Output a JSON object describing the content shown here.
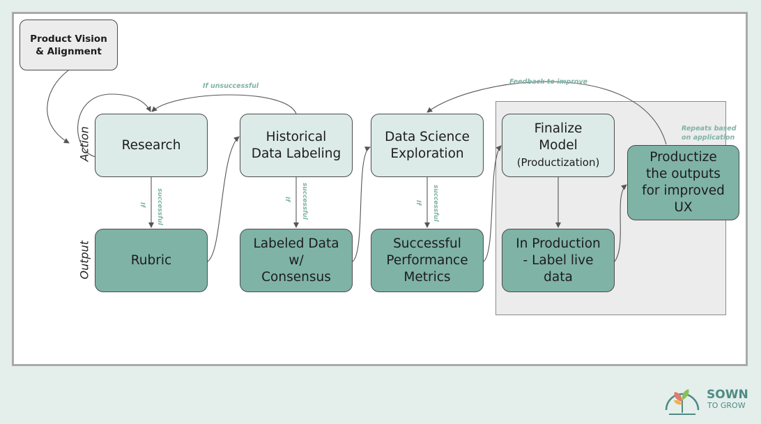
{
  "diagram": {
    "start": "Product Vision\n& Alignment",
    "row_labels": {
      "action": "Action",
      "output": "Output"
    },
    "actions": [
      {
        "label": "Research"
      },
      {
        "label": "Historical\nData Labeling"
      },
      {
        "label": "Data Science\nExploration"
      },
      {
        "label": "Finalize\nModel",
        "sub": "(Productization)"
      }
    ],
    "outputs": [
      {
        "label": "Rubric"
      },
      {
        "label": "Labeled Data\nw/\nConsensus"
      },
      {
        "label": "Successful\nPerformance\nMetrics"
      },
      {
        "label": "In Production\n- Label live\ndata"
      }
    ],
    "productize": "Productize\nthe outputs\nfor improved\nUX",
    "notes": {
      "if_unsuccessful": "If unsuccessful",
      "feedback": "Feedback to improve",
      "repeats": "Repeats based\non application",
      "if": "If",
      "successful": "successful"
    },
    "colors": {
      "action_fill": "#dcebe7",
      "output_fill": "#7fb3a6",
      "accent_text": "#7fb3a6",
      "background": "#e4efeb"
    }
  },
  "logo": {
    "line1": "SOWN",
    "line2": "TO GROW"
  }
}
